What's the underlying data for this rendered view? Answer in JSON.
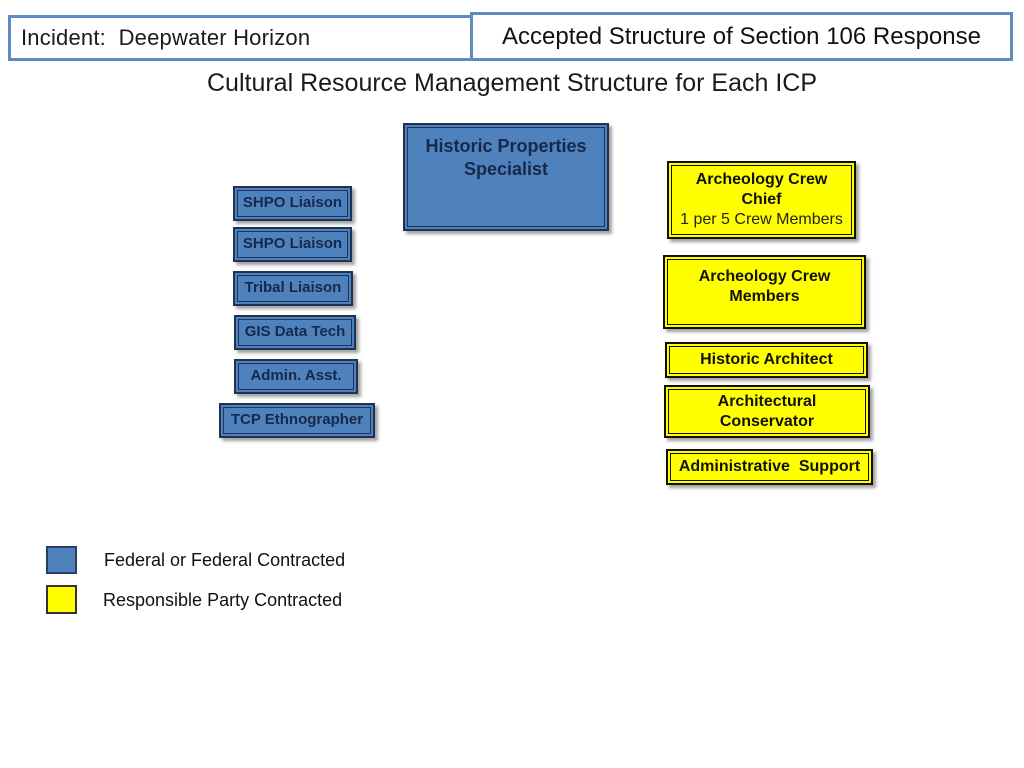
{
  "header": {
    "incident": "Incident:  Deepwater Horizon",
    "accepted": "Accepted Structure of Section 106 Response"
  },
  "title": "Cultural Resource Management Structure for Each ICP",
  "boxes": {
    "root": {
      "line1": "Historic Properties",
      "line2": "Specialist"
    },
    "federal": [
      {
        "label": "SHPO Liaison"
      },
      {
        "label": "SHPO Liaison"
      },
      {
        "label": "Tribal Liaison"
      },
      {
        "label": "GIS Data Tech"
      },
      {
        "label": "Admin. Asst."
      },
      {
        "label": "TCP Ethnographer"
      }
    ],
    "responsible_party": [
      {
        "line1": "Archeology Crew",
        "line2": "Chief",
        "note": "1 per 5 Crew Members"
      },
      {
        "line1": "Archeology Crew",
        "line2": "Members"
      },
      {
        "line1": "Historic Architect"
      },
      {
        "line1": "Architectural",
        "line2": "Conservator"
      },
      {
        "line1": "Administrative  Support"
      }
    ]
  },
  "legend": [
    {
      "label": "Federal or Federal Contracted",
      "swatch_color": "#4F81BD"
    },
    {
      "label": "Responsible Party Contracted",
      "swatch_color": "#FFFF00"
    }
  ],
  "colors": {
    "federal_fill": "#4F81BD",
    "federal_border": "#1F3864",
    "responsible_fill": "#FFFF00",
    "responsible_border": "#000000",
    "header_border": "#5F8BC2"
  }
}
